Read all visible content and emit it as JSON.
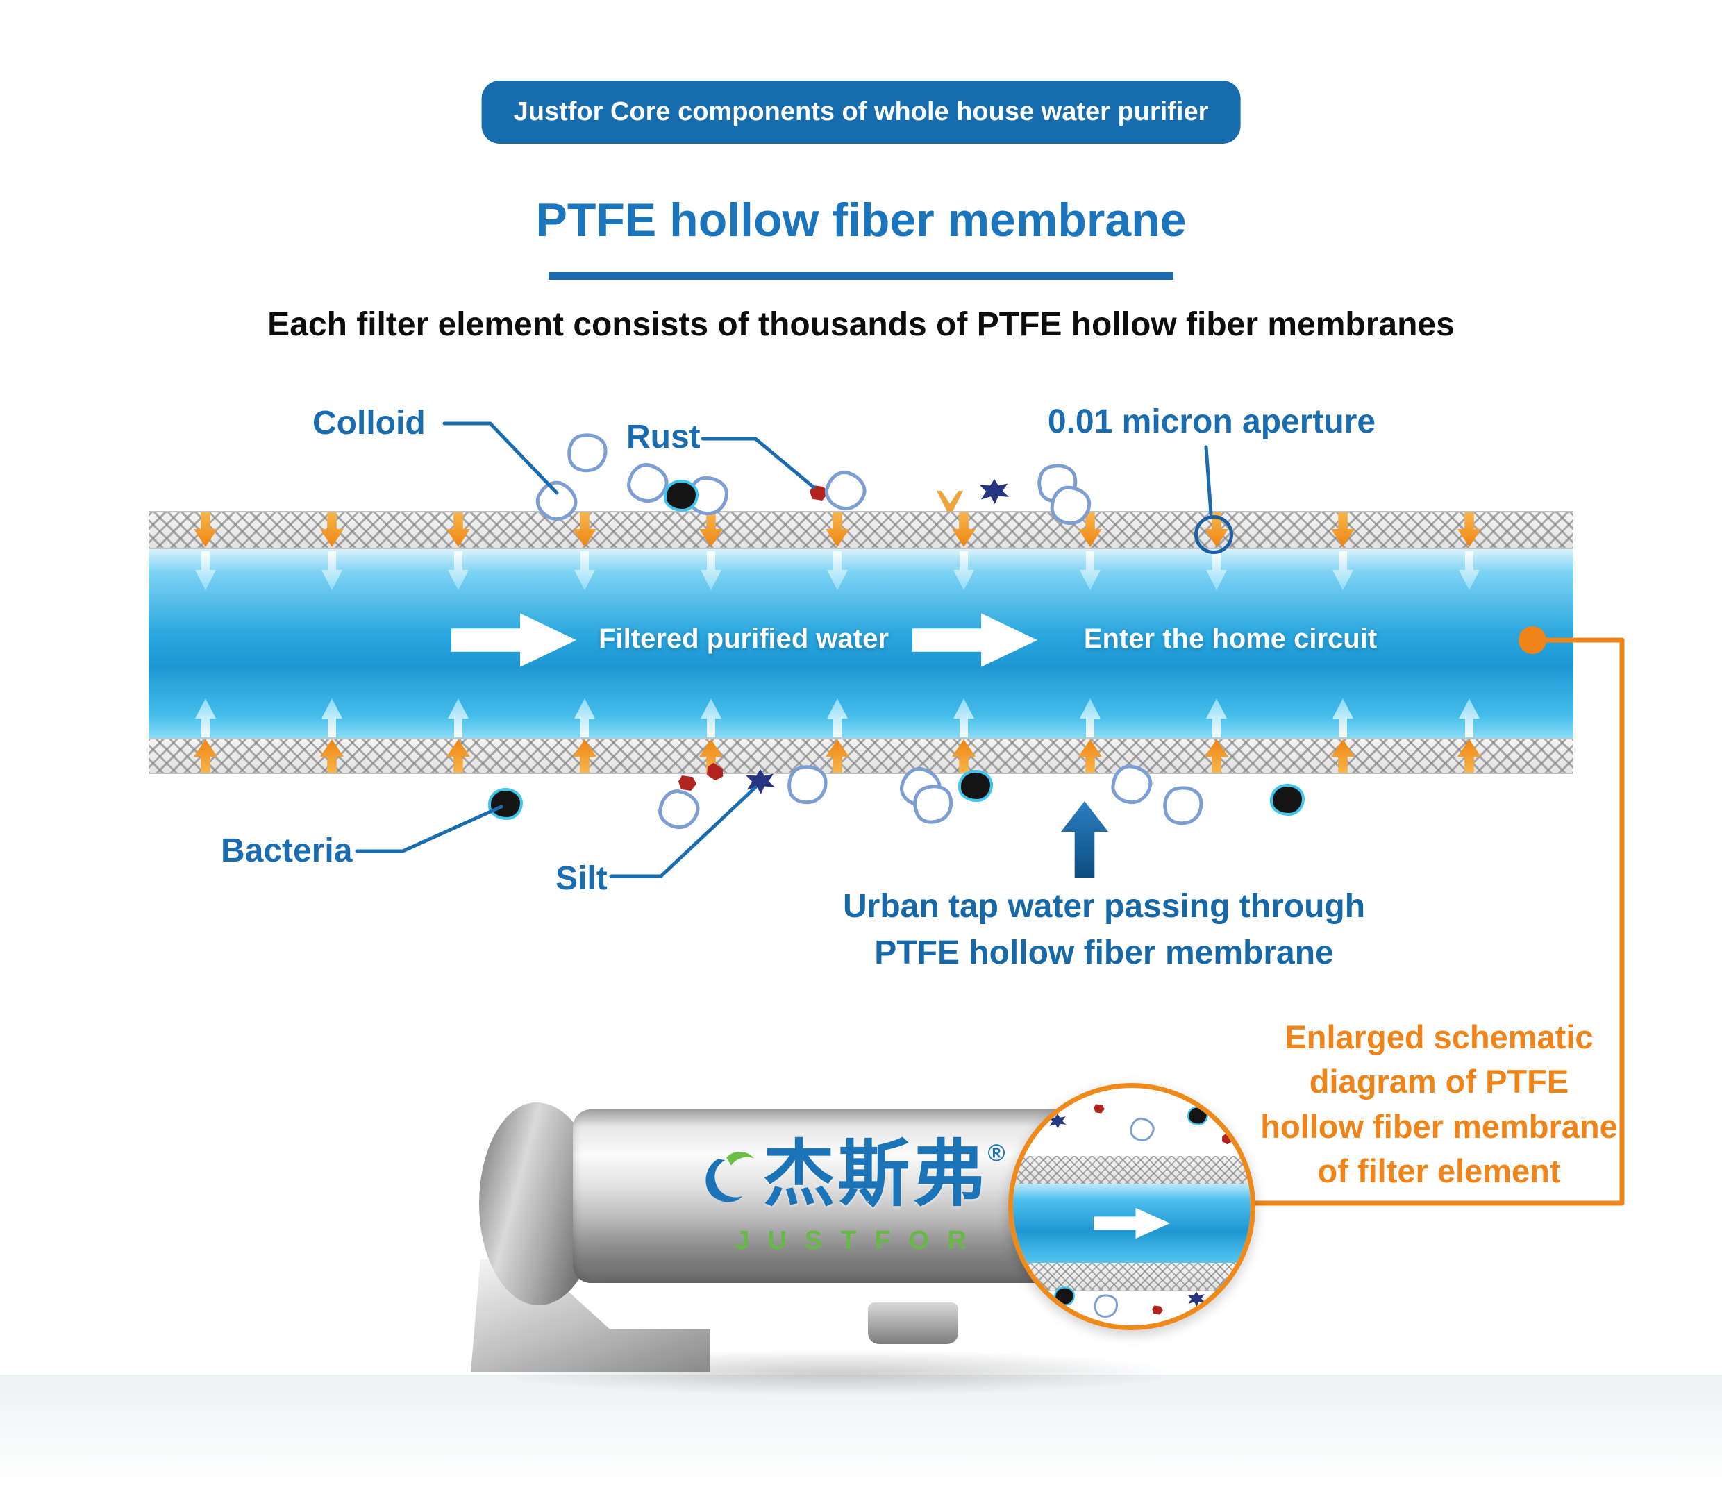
{
  "header": {
    "badge": "Justfor Core components of whole house water purifier",
    "title": "PTFE hollow fiber membrane",
    "subtitle": "Each filter element consists of thousands of PTFE hollow fiber membranes"
  },
  "diagram": {
    "label_colloid": "Colloid",
    "label_rust": "Rust",
    "label_aperture": "0.01 micron aperture",
    "label_bacteria": "Bacteria",
    "label_silt": "Silt",
    "flow_text_1": "Filtered purified water",
    "flow_text_2": "Enter the home circuit",
    "tap_caption_line1": "Urban tap water passing through",
    "tap_caption_line2": "PTFE hollow fiber membrane"
  },
  "product": {
    "brand_cn": "杰斯弗",
    "registered_mark": "®",
    "brand_en": "JUSTFOR"
  },
  "enlarged": {
    "line1": "Enlarged schematic",
    "line2": "diagram of PTFE",
    "line3": "hollow fiber membrane",
    "line4": "of filter element"
  },
  "colors": {
    "primary_blue": "#1a6cb0",
    "title_blue": "#1b75bc",
    "water_blue": "#29abe2",
    "accent_orange": "#f08418",
    "brand_green": "#67b945"
  }
}
